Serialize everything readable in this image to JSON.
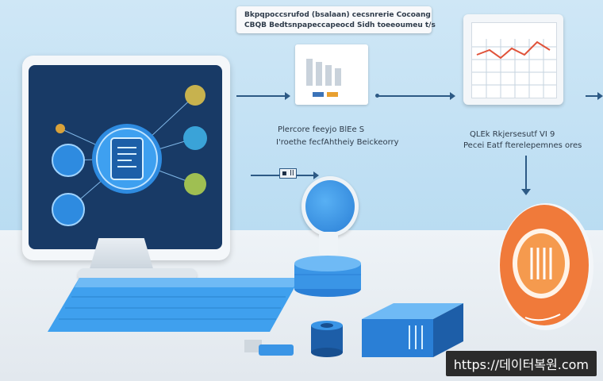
{
  "top_banner": {
    "line1": "Bkpqpoccsrufod (bsalaan) cecsnrerie Cocoang",
    "line2": "CBQB Bedtsnpapeccapeocd Sidh toeeoumeu t/s"
  },
  "caption_left": {
    "line1": "Plercore feeyjo BlEe S",
    "line2": "I'roethe fecfAhtheiy Beickeorry"
  },
  "caption_right": {
    "line1": "QLEk Rkjersesutf VI 9",
    "line2": "Pecei Eatf fterelepemnes ores"
  },
  "small_tag": "▪ II",
  "watermark": "https://데이터복원.com",
  "colors": {
    "sky": "#cfe7f6",
    "monitor_frame": "#f4f7fa",
    "screen": "#183a66",
    "accent_blue": "#2e8be0",
    "orange": "#f07a3a",
    "chart_line": "#e0533a"
  }
}
